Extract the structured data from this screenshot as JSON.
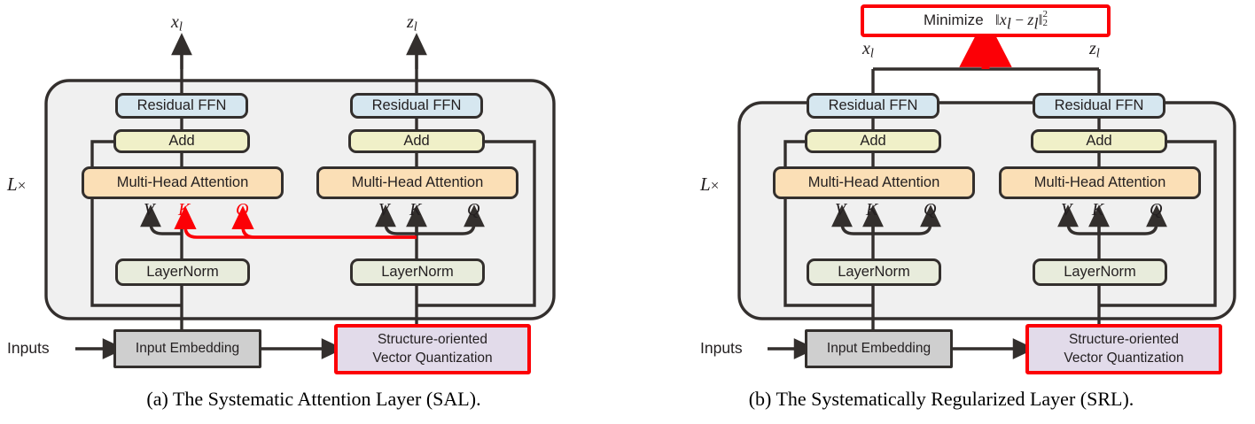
{
  "figure": {
    "type": "diagram",
    "panels": [
      {
        "id": "a",
        "caption": "(a) The Systematic Attention Layer (SAL).",
        "repeat_label": "L",
        "repeat_symbol": "×",
        "outputs": {
          "left": "x",
          "left_sub": "l",
          "right": "z",
          "right_sub": "l"
        },
        "left_branch": {
          "ffn": "Residual FFN",
          "add": "Add",
          "attention": "Multi-Head Attention",
          "layernorm": "LayerNorm",
          "qkv": [
            "V",
            "K",
            "Q"
          ],
          "qkv_colors": [
            "#231f20",
            "#fc0006",
            "#fc0006"
          ]
        },
        "right_branch": {
          "ffn": "Residual FFN",
          "add": "Add",
          "attention": "Multi-Head Attention",
          "layernorm": "LayerNorm",
          "qkv": [
            "V",
            "K",
            "Q"
          ],
          "qkv_colors": [
            "#231f20",
            "#231f20",
            "#231f20"
          ]
        },
        "inputs_label": "Inputs",
        "embedding": "Input Embedding",
        "vq_line1": "Structure-oriented",
        "vq_line2": "Vector Quantization",
        "has_minimize_box": false,
        "has_cross_attention_link": true
      },
      {
        "id": "b",
        "caption": "(b) The Systematically Regularized Layer (SRL).",
        "repeat_label": "L",
        "repeat_symbol": "×",
        "outputs": {
          "left": "x",
          "left_sub": "l",
          "right": "z",
          "right_sub": "l"
        },
        "left_branch": {
          "ffn": "Residual FFN",
          "add": "Add",
          "attention": "Multi-Head Attention",
          "layernorm": "LayerNorm",
          "qkv": [
            "V",
            "K",
            "Q"
          ],
          "qkv_colors": [
            "#231f20",
            "#231f20",
            "#231f20"
          ]
        },
        "right_branch": {
          "ffn": "Residual FFN",
          "add": "Add",
          "attention": "Multi-Head Attention",
          "layernorm": "LayerNorm",
          "qkv": [
            "V",
            "K",
            "Q"
          ],
          "qkv_colors": [
            "#231f20",
            "#231f20",
            "#231f20"
          ]
        },
        "inputs_label": "Inputs",
        "embedding": "Input Embedding",
        "vq_line1": "Structure-oriented",
        "vq_line2": "Vector Quantization",
        "has_minimize_box": true,
        "minimize": {
          "verb": "Minimize",
          "expr": "‖xₗ − zₗ‖²₂",
          "left_term": "x",
          "left_sub": "l",
          "operator": "−",
          "right_term": "z",
          "right_sub": "l",
          "power": "2",
          "norm_sub": "2"
        },
        "has_cross_attention_link": false
      }
    ],
    "colors": {
      "ffn": "#d6e7f0",
      "add": "#f0f0c8",
      "attention": "#fbdfb6",
      "layernorm": "#e8ecdc",
      "embedding": "#cfcfcf",
      "vector_quantization": "#e2dbea",
      "container": "#f0f0f0",
      "stroke": "#332f2d",
      "accent_red": "#fc0006",
      "background": "#ffffff"
    }
  }
}
